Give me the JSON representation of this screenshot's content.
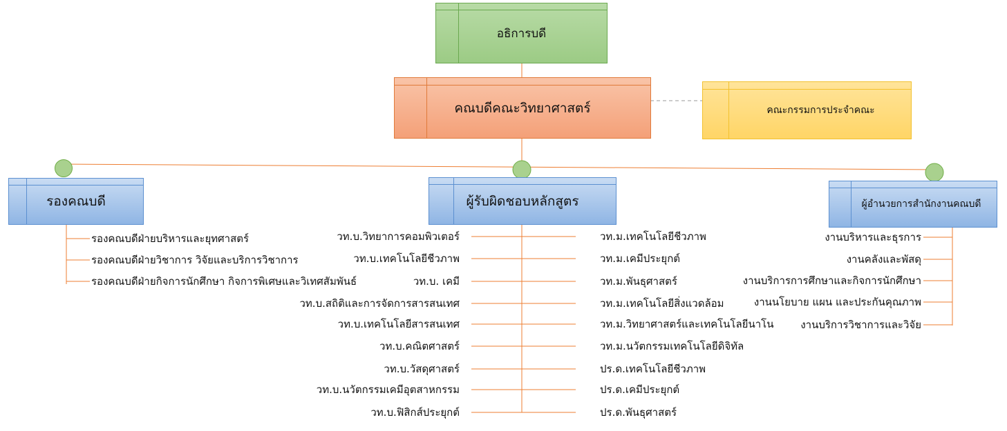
{
  "top": {
    "dean_president": "อธิการบดี",
    "dean": "คณบดีคณะวิทยาศาสตร์",
    "committee": "คณะกรรมการประจำคณะ"
  },
  "branches": {
    "associate_deans": {
      "title": "รองคณบดี",
      "items": [
        "รองคณบดีฝ่ายบริหารและยุทศาสตร์",
        "รองคณบดีฝ่ายวิชาการ วิจัยและบริการวิชาการ",
        "รองคณบดีฝ่ายกิจการนักศึกษา กิจการพิเศษและวิเทศสัมพันธ์"
      ]
    },
    "programs": {
      "title": "ผู้รับผิดชอบหลักสูตร",
      "left_items": [
        "วท.บ.วิทยาการคอมพิวเตอร์",
        "วท.บ.เทคโนโลยีชีวภาพ",
        "วท.บ. เคมี",
        "วท.บ.สถิติและการจัดการสารสนเทศ",
        "วท.บ.เทคโนโลยีสารสนเทศ",
        "วท.บ.คณิตศาสตร์",
        "วท.บ.วัสดุศาสตร์",
        "วท.บ.นวัตกรรมเคมีอุตสาหกรรม",
        "วท.บ.ฟิสิกส์ประยุกต์"
      ],
      "right_items": [
        "วท.ม.เทคโนโลยีชีวภาพ",
        "วท.ม.เคมีประยุกต์",
        "วท.ม.พันธุศาสตร์",
        "วท.ม.เทคโนโลยีสิ่งแวดล้อม",
        "วท.ม.วิทยาศาสตร์และเทคโนโลยีนาโน",
        "วท.ม.นวัตกรรมเทคโนโลยีดิจิทัล",
        "ปร.ด.เทคโนโลยีชีวภาพ",
        "ปร.ด.เคมีประยุกต์",
        "ปร.ด.พันธุศาสตร์"
      ]
    },
    "office": {
      "title": "ผู้อำนวยการสำนักงานคณบดี",
      "items": [
        "งานบริหารและธุรการ",
        "งานคลังและพัสดุ",
        "งานบริการการศึกษาและกิจการนักศึกษา",
        "งานนโยบาย แผน และประกันคุณภาพ",
        "งานบริการวิชาการและวิจัย"
      ]
    }
  },
  "colors": {
    "connector": "#ed7d31",
    "green": "#9ccb85",
    "orange": "#f4a078",
    "yellow": "#ffd566",
    "blue": "#8fb5e4"
  }
}
